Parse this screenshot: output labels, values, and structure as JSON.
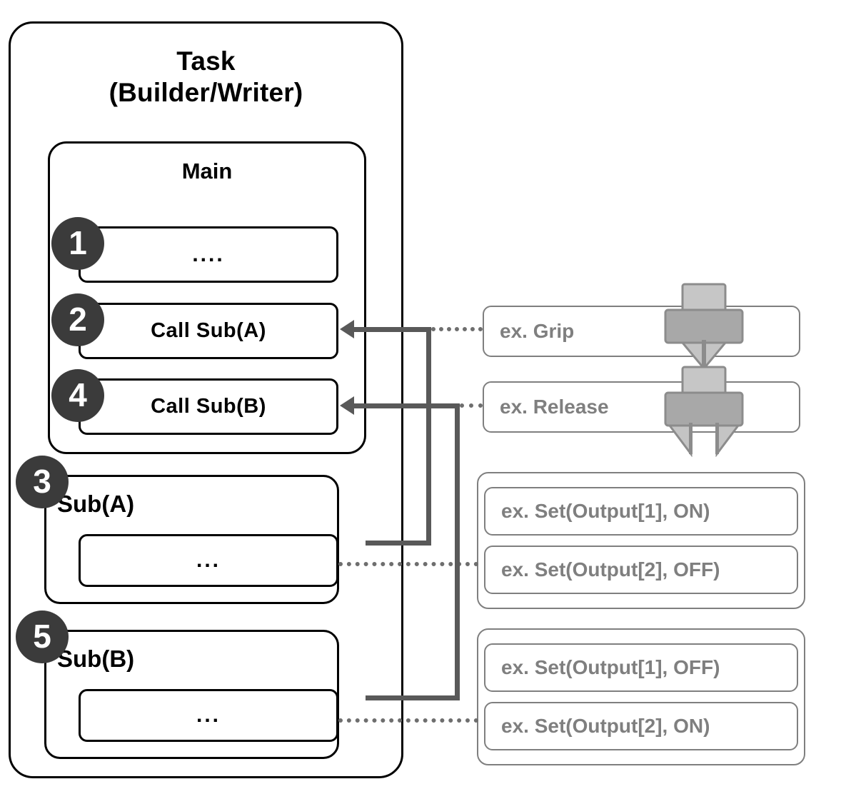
{
  "diagram": {
    "title": "Task (Builder/Writer) program structure",
    "colors": {
      "outline": "#000000",
      "badge_fill": "#3b3b3b",
      "badge_text": "#ffffff",
      "gray_text": "#7f7f7f",
      "gray_outline": "#7f7f7f",
      "connector": "#595959",
      "gripper_light": "#c6c6c6",
      "gripper_dark": "#a8a8a8",
      "gripper_stroke": "#8c8c8c"
    }
  },
  "task": {
    "title_line1": "Task",
    "title_line2": "(Builder/Writer)"
  },
  "main": {
    "title": "Main",
    "steps": [
      {
        "badge": "1",
        "label": "...."
      },
      {
        "badge": "2",
        "label": "Call  Sub(A)"
      },
      {
        "badge": "4",
        "label": "Call  Sub(B)"
      }
    ]
  },
  "subs": [
    {
      "badge": "3",
      "title": "Sub(A)",
      "body": "..."
    },
    {
      "badge": "5",
      "title": "Sub(B)",
      "body": "..."
    }
  ],
  "examples": {
    "commands": [
      {
        "label": "ex. Grip",
        "icon": "gripper-closed-icon"
      },
      {
        "label": "ex. Release",
        "icon": "gripper-open-icon"
      }
    ],
    "groups": [
      {
        "items": [
          {
            "label": "ex. Set(Output[1], ON)"
          },
          {
            "label": "ex. Set(Output[2], OFF)"
          }
        ]
      },
      {
        "items": [
          {
            "label": "ex. Set(Output[1], OFF)"
          },
          {
            "label": "ex. Set(Output[2], ON)"
          }
        ]
      }
    ]
  }
}
